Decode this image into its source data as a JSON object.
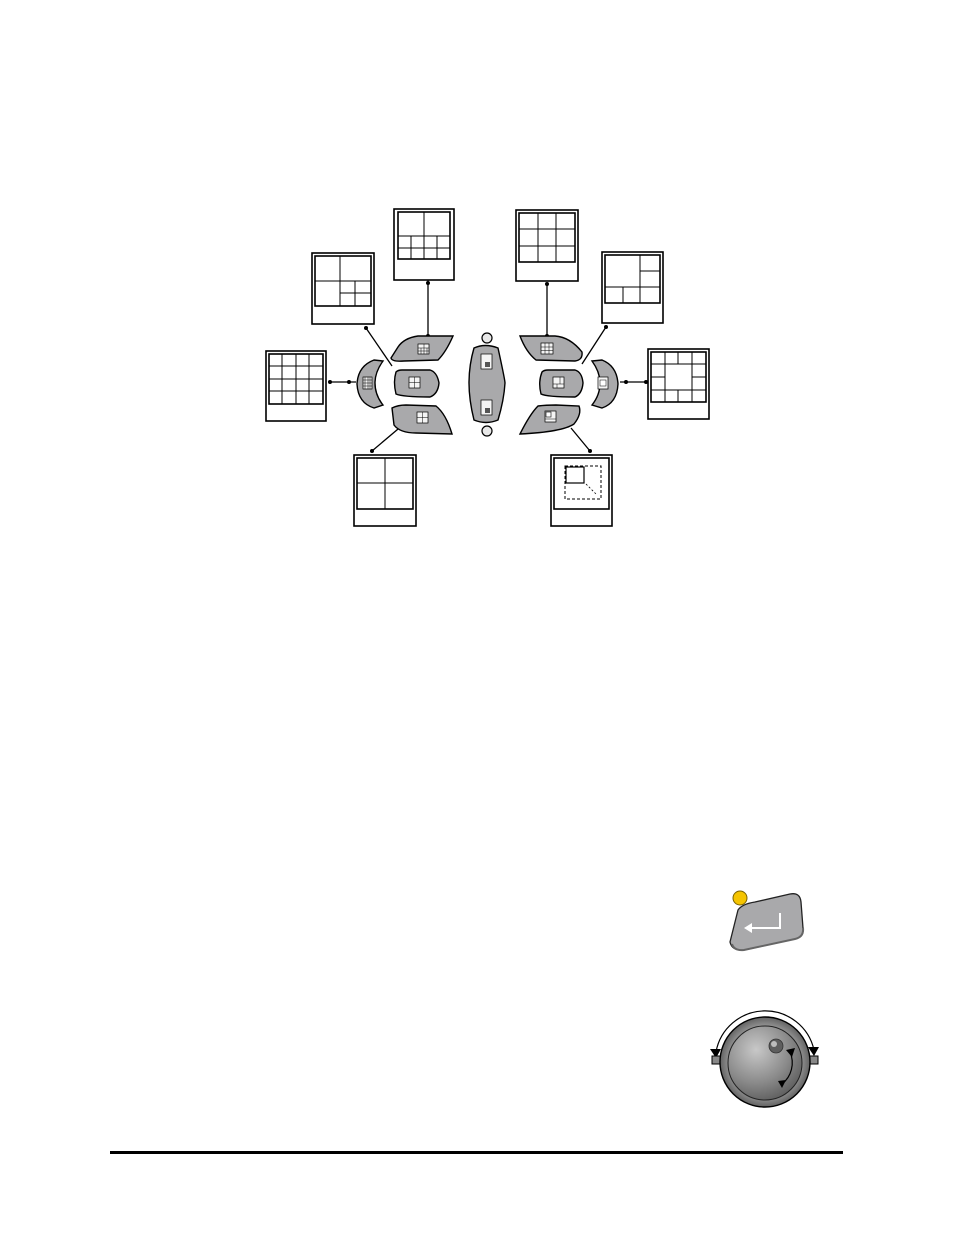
{
  "diagram": {
    "layout_buttons": [
      {
        "id": "16-split",
        "icon": "grid-4x4-icon"
      },
      {
        "id": "quad",
        "icon": "grid-2x2-icon"
      },
      {
        "id": "8-split",
        "icon": "grid-1-plus-7-icon"
      },
      {
        "id": "6-split",
        "icon": "grid-1-plus-5-icon"
      },
      {
        "id": "9-split",
        "icon": "grid-3x3-icon"
      },
      {
        "id": "7-split",
        "icon": "grid-3-plus-4-icon"
      },
      {
        "id": "13-split",
        "icon": "grid-1-plus-12-icon"
      },
      {
        "id": "picture-in-picture",
        "icon": "pip-icon"
      }
    ],
    "center_button": {
      "id": "page-up-down",
      "icons": [
        "page-up-icon",
        "page-down-icon"
      ]
    }
  },
  "enter_key": {
    "icon": "enter-arrow-icon",
    "led_color": "#f5c400"
  },
  "jog_dial": {
    "icon": "jog-shuttle-icon"
  }
}
